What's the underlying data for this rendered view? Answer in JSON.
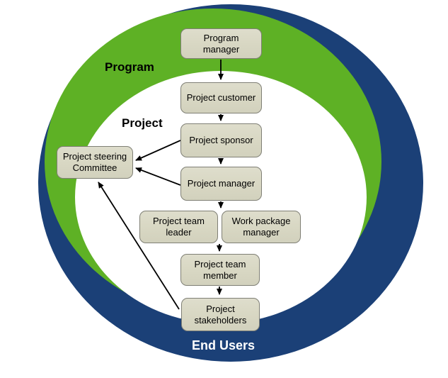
{
  "diagram": {
    "ring_labels": {
      "program": "Program",
      "project": "Project",
      "end_users": "End Users"
    },
    "nodes": {
      "program_manager": {
        "label": "Program manager"
      },
      "project_customer": {
        "label": "Project customer"
      },
      "project_sponsor": {
        "label": "Project sponsor"
      },
      "project_manager": {
        "label": "Project manager"
      },
      "steering_committee": {
        "label": "Project steering Committee"
      },
      "team_leader": {
        "label": "Project team leader"
      },
      "work_package_manager": {
        "label": "Work package manager"
      },
      "team_member": {
        "label": "Project team member"
      },
      "stakeholders": {
        "label": "Project stakeholders"
      }
    },
    "edges": [
      {
        "from": "program_manager",
        "to": "project_customer"
      },
      {
        "from": "project_customer",
        "to": "project_sponsor"
      },
      {
        "from": "project_sponsor",
        "to": "project_manager"
      },
      {
        "from": "project_manager",
        "to": "team_leader_and_work_package_manager"
      },
      {
        "from": "team_leader_and_work_package_manager",
        "to": "team_member"
      },
      {
        "from": "team_member",
        "to": "stakeholders"
      },
      {
        "from": "project_sponsor",
        "to": "steering_committee"
      },
      {
        "from": "project_manager",
        "to": "steering_committee"
      },
      {
        "from": "stakeholders",
        "to": "steering_committee"
      }
    ],
    "colors": {
      "outer_ring": "#1B4077",
      "inner_ring": "#5EB125",
      "inner_fill": "#FFFFFF",
      "node_fill": "#D9D8C4",
      "node_border": "#7F7F75",
      "arrow": "#000000",
      "ring_label": "#000000",
      "end_users_text": "#FFFFFF"
    }
  }
}
